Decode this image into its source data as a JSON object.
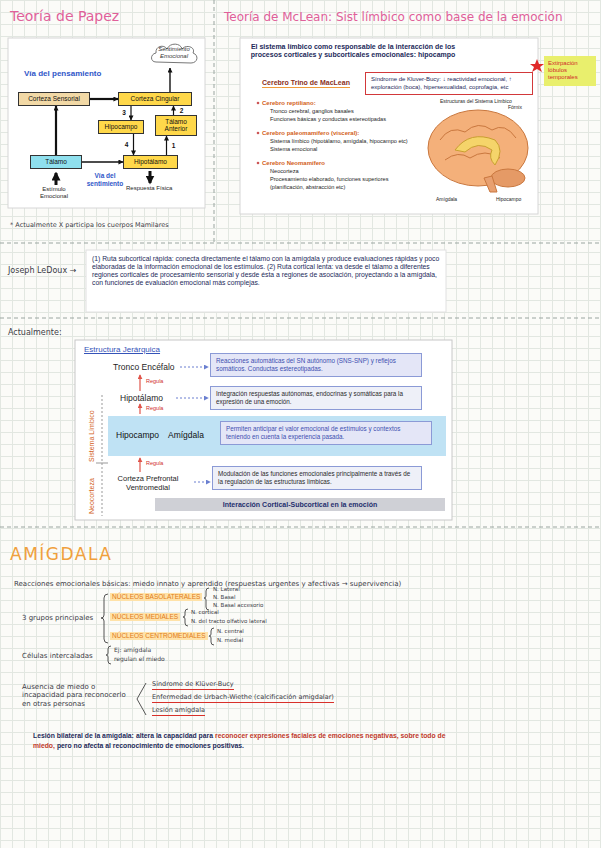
{
  "diagram": {
    "nodes": [
      {
        "text": [
          "Sentimiento Emocional"
        ]
      },
      {
        "text": [
          "Corteza Sensorial"
        ]
      },
      {
        "text": [
          "Corteza Cingular"
        ]
      },
      {
        "text": [
          "Hipocampo"
        ]
      },
      {
        "text": [
          "Tálamo Anterior"
        ]
      },
      {
        "text": [
          "Tálamo"
        ]
      },
      {
        "text": [
          "Hipotálamo"
        ]
      },
      {
        "text": [
          "Síndrome de Kluver-Bucy: ↓ reactividad emocional, ↑ exploración (boca), hipersexualidad, coprofagia, etc"
        ]
      },
      {
        "text": [
          "Extirpación lóbulos temporales"
        ]
      },
      {
        "text": [
          "Reacciones automáticas del SN autónomo (SNS-SNP) y reflejos somáticos. Conductas estereotipadas."
        ]
      },
      {
        "text": [
          "Integración respuestas autónomas, endocrinas y somáticas para la expresión de una emoción."
        ]
      },
      {
        "text": [
          "Hipocampo",
          "Amígdala"
        ]
      },
      {
        "text": [
          "Permiten anticipar el valor emocional de estímulos y contextos teniendo en cuenta la experiencia pasada."
        ],
        "in": 11
      },
      {
        "text": [
          "Modulación de las funciones emocionales principalmente a través de la regulación de las estructuras límbicas."
        ]
      },
      {
        "text": [
          "Interacción Cortical-Subcortical en la emoción"
        ]
      }
    ],
    "edges": [
      {
        "from": 1,
        "to": 2,
        "arrow": "to"
      },
      {
        "from": 5,
        "to": 1,
        "arrow": "to"
      },
      {
        "from": 5,
        "to": 6,
        "arrow": "to"
      },
      {
        "from": 6,
        "to": 4,
        "label": "1",
        "arrow": "to"
      },
      {
        "from": 4,
        "to": 2,
        "label": "2",
        "arrow": "to"
      },
      {
        "from": 2,
        "to": 3,
        "label": "3",
        "arrow": "to"
      },
      {
        "from": 3,
        "to": 6,
        "label": "4",
        "arrow": "to"
      },
      {
        "from": 2,
        "to": 0,
        "arrow": "to"
      }
    ],
    "labels": [
      "Teoría de Papez",
      "Vía del pensamiento",
      "Vía del sentimiento",
      "Estímulo Emocional",
      "Respuesta Física",
      "* Actualmente X participa los cuerpos Mamilares",
      "Teoría de McLean: Sist límbico como base de la emoción",
      "El sistema límbico como responsable de la interacción de los procesos corticales y subcorticales emocionales: hipocampo",
      "Cerebro Trino de MacLean",
      "Cerebro reptiliano:",
      "Tronco cerebral, ganglios basales",
      "Funciones básicas y conductas estereotipadas",
      "Cerebro paleomamífero (visceral):",
      "Sistema límbico (hipotálamo, amígdala, hipocampo etc)",
      "Sistema emocional",
      "Cerebro Neomamífero",
      "Neocorteza",
      "Procesamiento elaborado, funciones superiores",
      "(planificación, abstracción etc)",
      "Estructuras del Sistema Límbico",
      "Fórnix",
      "Amígdala",
      "Hipocampo",
      "Joseph LeDoux →",
      "(1) Ruta subcortical rápida: conecta directamente el tálamo con la amígdala y produce evaluaciones rápidas y poco elaboradas de la información emocional de los estímulos. (2) Ruta cortical lenta: va desde el tálamo a diferentes regiones corticales de procesamiento sensorial y desde ésta a regiones de asociación, proyectando a la amígdala, con funciones de evaluación emocional más complejas.",
      "Actualmente:",
      "Estructura Jerárquica",
      "Tronco Encéfalo",
      "Regula",
      "Hipotálamo",
      "Regula",
      "Regula",
      "Corteza Prefrontal Ventromedial",
      "Sistema Límbico",
      "Neocorteza",
      "AMÍGDALA",
      "Reacciones emocionales básicas: miedo innato y aprendido (respuestas urgentes y afectivas → supervivencia)",
      "3 grupos principales",
      "NÚCLEOS BASOLATERALES",
      "N. Lateral",
      "N. Basal",
      "N. Basal accesorio",
      "NÚCLEOS MEDIALES",
      "N. cortical",
      "N. del tracto olfativo lateral",
      "NÚCLEOS CENTROMEDIALES",
      "N. central",
      "N. medial",
      "Células intercaladas",
      "Ej: amígdala",
      "regulan el miedo",
      "Ausencia de miedo o incapacidad para reconocerlo en otras personas",
      "Síndrome de Klüver-Bucy",
      "Enfermedad de Urbach-Wiethe (calcificación amigdalar)",
      "Lesión amígdala",
      "Lesión bilateral de la amígdala:",
      "altera la capacidad para",
      "reconocer expresiones faciales de emociones negativas, sobre todo de miedo,",
      "pero no afecta al reconocimiento de emociones positivas."
    ]
  }
}
